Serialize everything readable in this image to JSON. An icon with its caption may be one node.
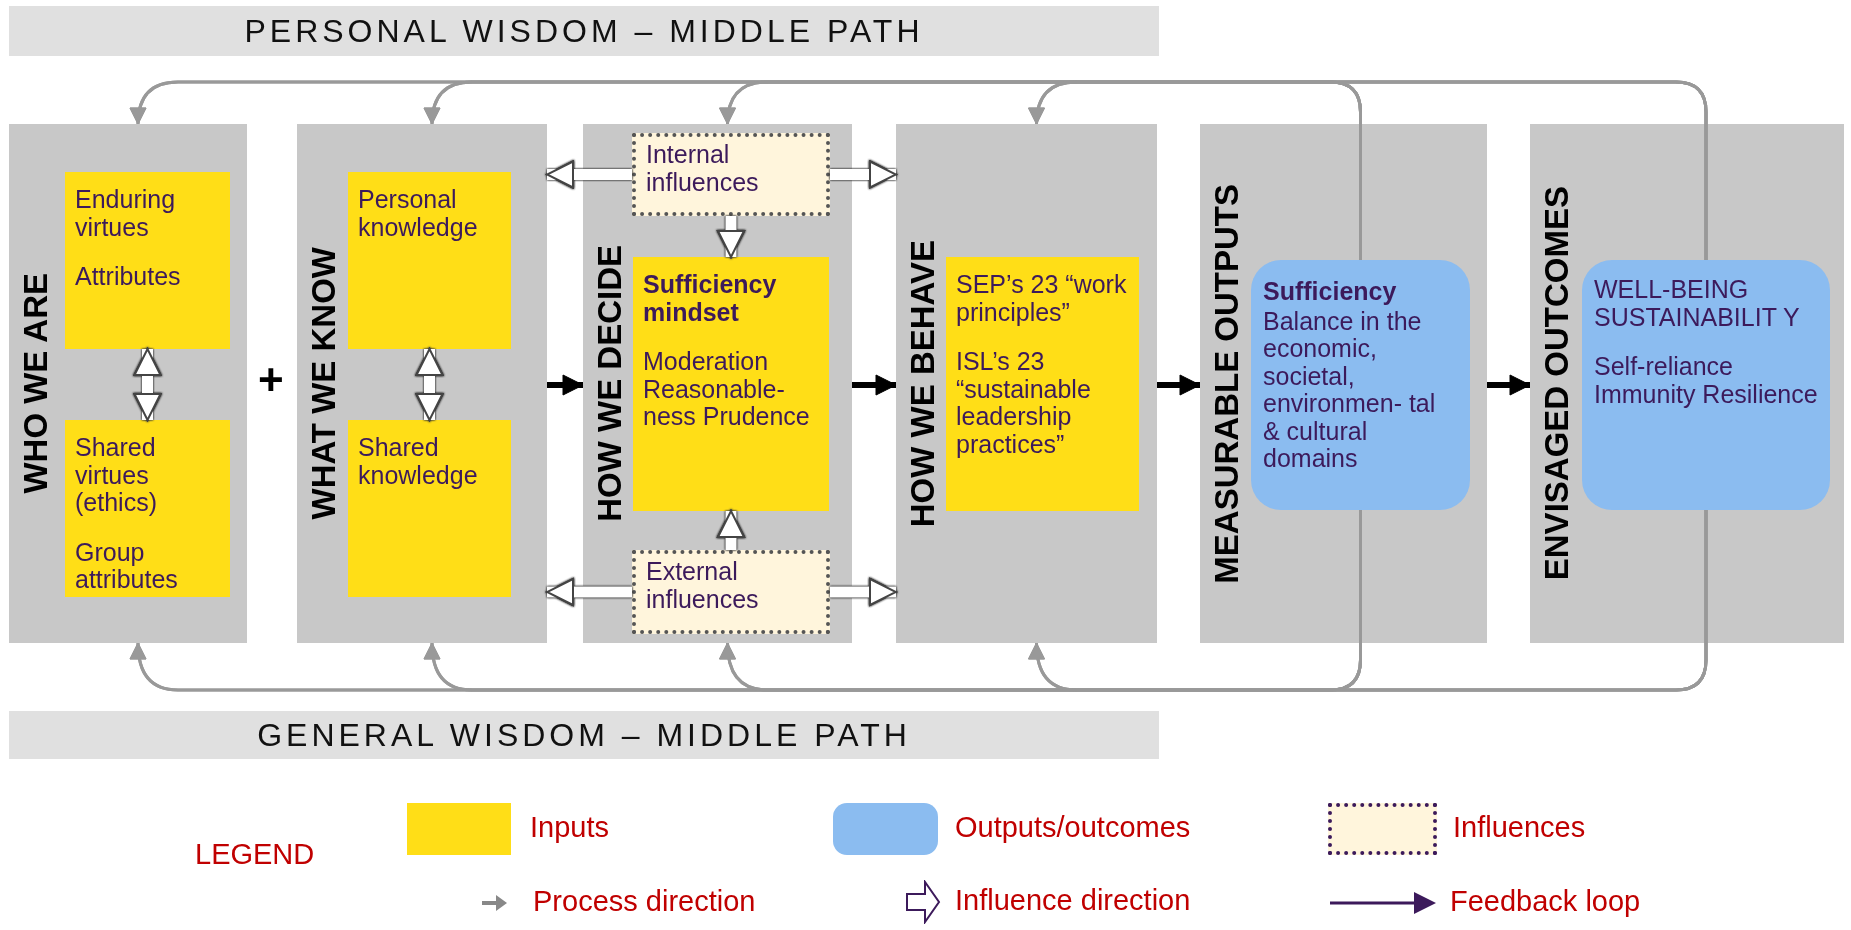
{
  "diagram": {
    "nodes": [
      {
        "text": [
          "WHO WE ARE"
        ]
      },
      {
        "text": [
          "Enduring virtues",
          "Attributes"
        ],
        "in": 0
      },
      {
        "text": [
          "Shared virtues (ethics)",
          "Group attributes"
        ],
        "in": 0
      },
      {
        "text": [
          "WHAT WE KNOW"
        ]
      },
      {
        "text": [
          "Personal knowledge"
        ],
        "in": 3
      },
      {
        "text": [
          "Shared knowledge"
        ],
        "in": 3
      },
      {
        "text": [
          "HOW WE DECIDE"
        ]
      },
      {
        "text": [
          "Internal influences"
        ],
        "in": 6
      },
      {
        "text": [
          "Sufficiency mindset",
          "Moderation Reasonable- ness Prudence"
        ],
        "in": 6
      },
      {
        "text": [
          "External influences"
        ],
        "in": 6
      },
      {
        "text": [
          "HOW WE BEHAVE"
        ]
      },
      {
        "text": [
          "SEP’s 23 “work principles”",
          "ISL’s 23 “sustainable leadership practices”"
        ],
        "in": 10
      },
      {
        "text": [
          "MEASURABLE OUTPUTS"
        ]
      },
      {
        "text": [
          "Sufficiency",
          "Balance in the economic, societal, environmen- tal & cultural domains"
        ],
        "in": 12
      },
      {
        "text": [
          "ENVISAGED OUTCOMES"
        ]
      },
      {
        "text": [
          "WELL-BEING SUSTAINABILIT Y",
          "Self-reliance Immunity Resilience"
        ],
        "in": 14
      },
      {
        "text": [
          "PERSONAL WISDOM – MIDDLE PATH"
        ]
      },
      {
        "text": [
          "GENERAL WISDOM – MIDDLE PATH"
        ]
      }
    ],
    "edges": [
      {
        "from": 1,
        "to": 2,
        "arrow": "both",
        "style": "thick",
        "color": "#ffffff"
      },
      {
        "from": 4,
        "to": 5,
        "arrow": "both",
        "style": "thick",
        "color": "#ffffff"
      },
      {
        "from": 7,
        "to": 8,
        "arrow": "to",
        "style": "thick",
        "color": "#ffffff"
      },
      {
        "from": 9,
        "to": 8,
        "arrow": "to",
        "style": "thick",
        "color": "#ffffff"
      },
      {
        "from": 7,
        "to": 3,
        "arrow": "to",
        "style": "thick",
        "color": "#ffffff"
      },
      {
        "from": 7,
        "to": 10,
        "arrow": "to",
        "style": "thick",
        "color": "#ffffff"
      },
      {
        "from": 9,
        "to": 3,
        "arrow": "to",
        "style": "thick",
        "color": "#ffffff"
      },
      {
        "from": 9,
        "to": 10,
        "arrow": "to",
        "style": "thick",
        "color": "#ffffff"
      },
      {
        "from": 3,
        "to": 6,
        "arrow": "to",
        "style": "thick",
        "color": "#000000"
      },
      {
        "from": 6,
        "to": 10,
        "arrow": "to",
        "style": "thick",
        "color": "#000000"
      },
      {
        "from": 10,
        "to": 12,
        "arrow": "to",
        "style": "thick",
        "color": "#000000"
      },
      {
        "from": 12,
        "to": 14,
        "arrow": "to",
        "style": "thick",
        "color": "#000000"
      },
      {
        "from": 13,
        "to": 0,
        "arrow": "to"
      },
      {
        "from": 13,
        "to": 3,
        "arrow": "to"
      },
      {
        "from": 13,
        "to": 6,
        "arrow": "to"
      },
      {
        "from": 13,
        "to": 10,
        "arrow": "to"
      },
      {
        "from": 15,
        "to": 0,
        "arrow": "to"
      },
      {
        "from": 15,
        "to": 3,
        "arrow": "to"
      },
      {
        "from": 15,
        "to": 6,
        "arrow": "to"
      },
      {
        "from": 15,
        "to": 10,
        "arrow": "to"
      },
      {
        "from": 13,
        "to": 0,
        "arrow": "to"
      },
      {
        "from": 13,
        "to": 3,
        "arrow": "to"
      },
      {
        "from": 13,
        "to": 6,
        "arrow": "to"
      },
      {
        "from": 13,
        "to": 10,
        "arrow": "to"
      },
      {
        "from": 15,
        "to": 0,
        "arrow": "to"
      },
      {
        "from": 15,
        "to": 3,
        "arrow": "to"
      },
      {
        "from": 15,
        "to": 6,
        "arrow": "to"
      },
      {
        "from": 15,
        "to": 10,
        "arrow": "to"
      }
    ],
    "labels": [
      "+",
      "LEGEND"
    ],
    "legend": [
      {
        "text": "Inputs",
        "color": "#ffde17"
      },
      {
        "text": "Outputs/outcomes",
        "color": "#8bbcf0"
      },
      {
        "text": "Influences",
        "color": "#fff5dc"
      },
      {
        "text": "Process direction"
      },
      {
        "text": "Influence direction"
      },
      {
        "text": "Feedback loop"
      }
    ]
  }
}
